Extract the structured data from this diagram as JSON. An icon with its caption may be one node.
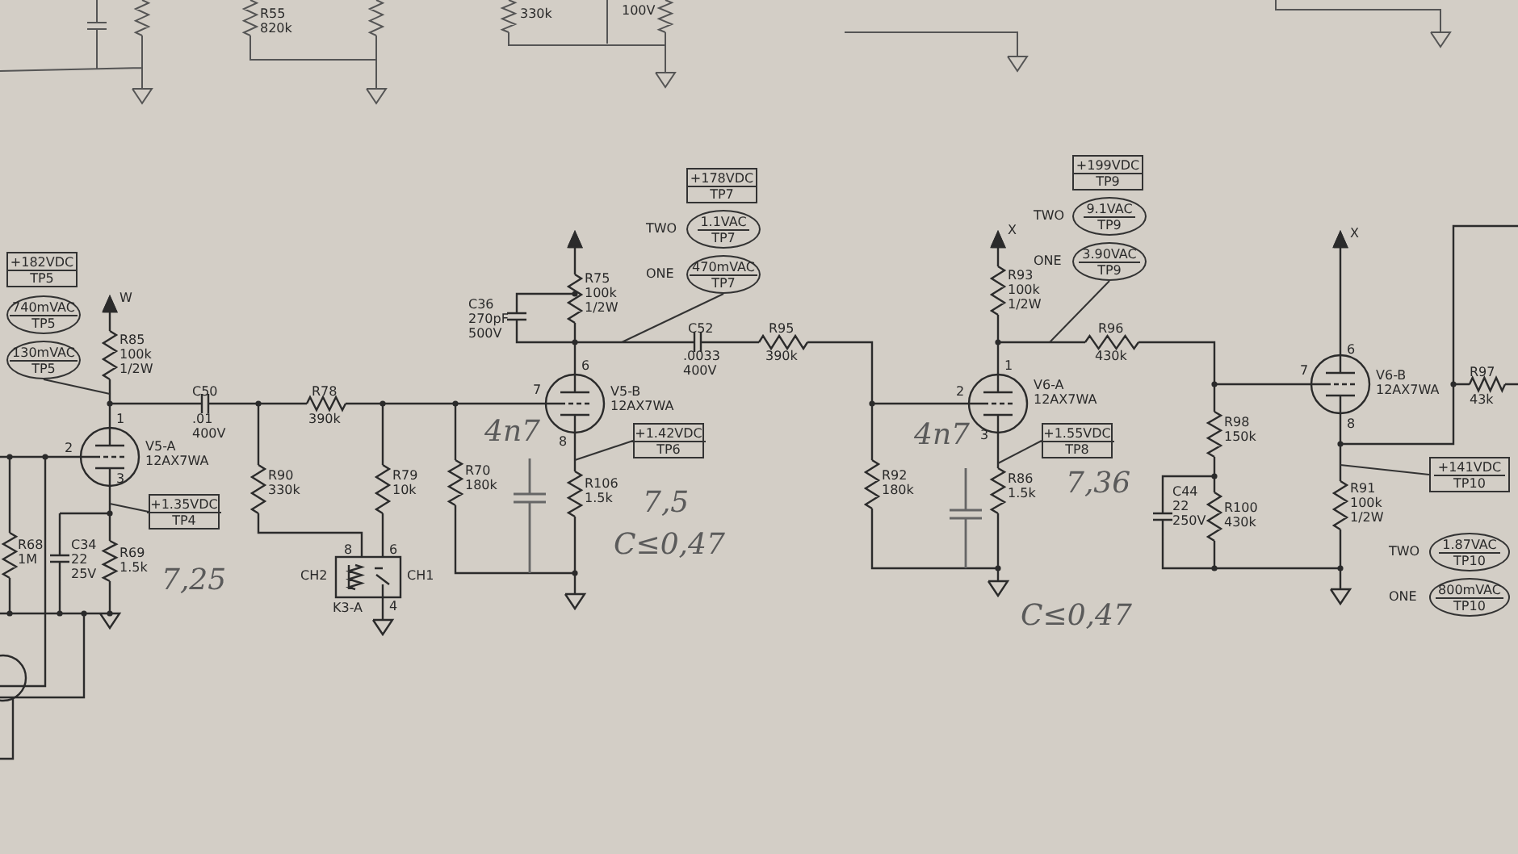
{
  "diagram": {
    "nodes": [
      {
        "text": [
          "+182VDC",
          "TP5"
        ]
      },
      {
        "text": [
          "740mVAC",
          "TP5"
        ]
      },
      {
        "text": [
          "130mVAC",
          "TP5"
        ]
      },
      {
        "text": [
          "+1.35VDC",
          "TP4"
        ]
      },
      {
        "text": [
          "+178VDC",
          "TP7"
        ]
      },
      {
        "text": [
          "1.1VAC",
          "TP7"
        ],
        "beside": [
          "TWO"
        ]
      },
      {
        "text": [
          "470mVAC",
          "TP7"
        ],
        "beside": [
          "ONE"
        ]
      },
      {
        "text": [
          "+1.42VDC",
          "TP6"
        ]
      },
      {
        "text": [
          "+199VDC",
          "TP9"
        ]
      },
      {
        "text": [
          "9.1VAC",
          "TP9"
        ],
        "beside": [
          "TWO"
        ]
      },
      {
        "text": [
          "3.90VAC",
          "TP9"
        ],
        "beside": [
          "ONE"
        ]
      },
      {
        "text": [
          "+1.55VDC",
          "TP8"
        ]
      },
      {
        "text": [
          "+141VDC",
          "TP10"
        ]
      },
      {
        "text": [
          "1.87VAC",
          "TP10"
        ],
        "beside": [
          "TWO"
        ]
      },
      {
        "text": [
          "800mVAC",
          "TP10"
        ],
        "beside": [
          "ONE"
        ]
      }
    ],
    "edges": [
      {
        "from": 2,
        "to": null,
        "arrow": "none"
      },
      {
        "from": 3,
        "to": null,
        "arrow": "none"
      },
      {
        "from": 6,
        "to": null,
        "arrow": "none"
      },
      {
        "from": 7,
        "to": null,
        "arrow": "none"
      },
      {
        "from": 10,
        "to": null,
        "arrow": "none"
      },
      {
        "from": 11,
        "to": null,
        "arrow": "none"
      },
      {
        "from": 12,
        "to": null,
        "arrow": "none"
      }
    ],
    "labels": [
      "W",
      "R85 100k 1/2W",
      "C50",
      "R78",
      "1",
      ".01 400V",
      "390k",
      "2",
      "V5-A 12AX7WA",
      "3",
      "R90 330k",
      "R79 10k",
      "R70 180k",
      "R68 1M",
      "C34 22 25V",
      "R69 1.5k",
      "7,25",
      "8",
      "6",
      "CH2",
      "CH1",
      "K3-A",
      "4",
      "C36 270pF 500V",
      "R75 100k 1/2W",
      "6",
      "7",
      "V5-B 12AX7WA",
      "8",
      "4n7",
      "R106 1.5k",
      "7,5",
      "C≤0,47",
      "C52",
      ".0033 400V",
      "R95",
      "390k",
      "R92 180k",
      "X",
      "R93 100k 1/2W",
      "R96",
      "430k",
      "1",
      "2",
      "V6-A 12AX7WA",
      "3",
      "4n7",
      "R86 1.5k",
      "7,36",
      "C≤0,47",
      "R98 150k",
      "C44 22 250V",
      "R100 430k",
      "X",
      "6",
      "7",
      "V6-B 12AX7WA",
      "8",
      "R97",
      "43k",
      "R91 100k 1/2W",
      "R55 820k",
      "330k",
      "100V"
    ]
  }
}
